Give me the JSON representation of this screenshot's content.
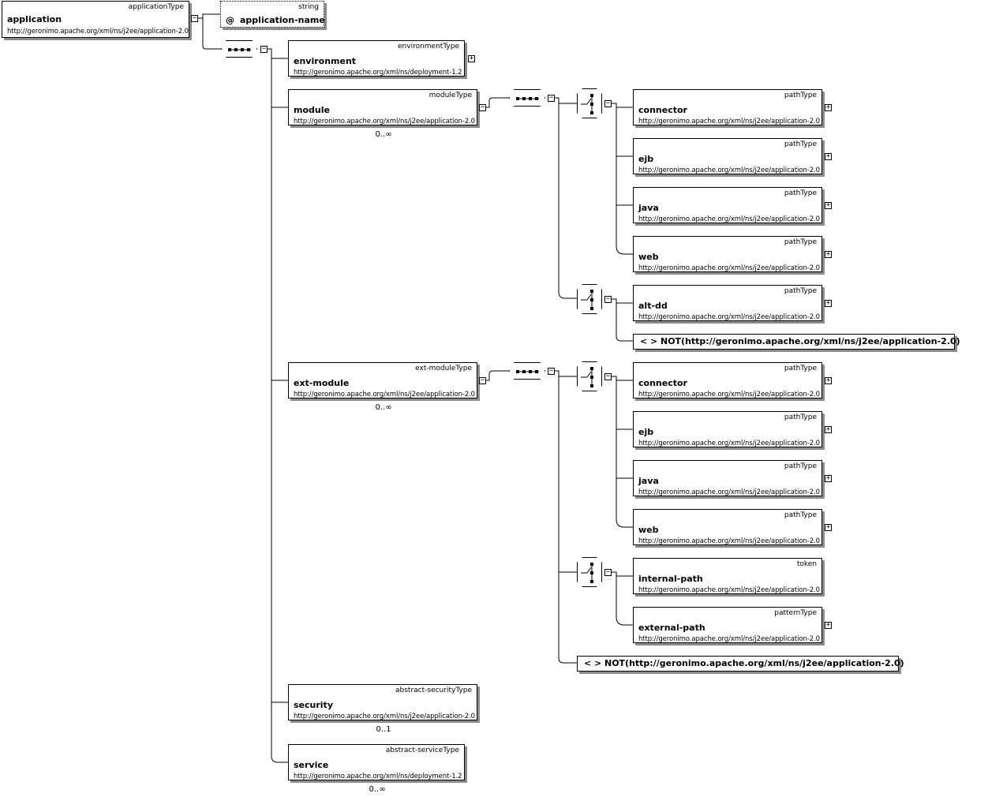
{
  "root": {
    "name": "application",
    "type": "applicationType",
    "namespace": "http://geronimo.apache.org/xml/ns/j2ee/application-2.0"
  },
  "attribute": {
    "marker": "@",
    "name": "application-name",
    "type": "string"
  },
  "elements": {
    "environment": {
      "name": "environment",
      "type": "environmentType",
      "namespace": "http://geronimo.apache.org/xml/ns/deployment-1.2"
    },
    "module": {
      "name": "module",
      "type": "moduleType",
      "namespace": "http://geronimo.apache.org/xml/ns/j2ee/application-2.0",
      "cardinality": "0..∞"
    },
    "ext_module": {
      "name": "ext-module",
      "type": "ext-moduleType",
      "namespace": "http://geronimo.apache.org/xml/ns/j2ee/application-2.0",
      "cardinality": "0..∞"
    },
    "security": {
      "name": "security",
      "type": "abstract-securityType",
      "namespace": "http://geronimo.apache.org/xml/ns/j2ee/application-2.0",
      "cardinality": "0..1"
    },
    "service": {
      "name": "service",
      "type": "abstract-serviceType",
      "namespace": "http://geronimo.apache.org/xml/ns/deployment-1.2",
      "cardinality": "0..∞"
    }
  },
  "module_children": [
    {
      "name": "connector",
      "type": "pathType",
      "namespace": "http://geronimo.apache.org/xml/ns/j2ee/application-2.0"
    },
    {
      "name": "ejb",
      "type": "pathType",
      "namespace": "http://geronimo.apache.org/xml/ns/j2ee/application-2.0"
    },
    {
      "name": "java",
      "type": "pathType",
      "namespace": "http://geronimo.apache.org/xml/ns/j2ee/application-2.0"
    },
    {
      "name": "web",
      "type": "pathType",
      "namespace": "http://geronimo.apache.org/xml/ns/j2ee/application-2.0"
    },
    {
      "name": "alt-dd",
      "type": "pathType",
      "namespace": "http://geronimo.apache.org/xml/ns/j2ee/application-2.0"
    }
  ],
  "ext_module_children": [
    {
      "name": "connector",
      "type": "pathType",
      "namespace": "http://geronimo.apache.org/xml/ns/j2ee/application-2.0"
    },
    {
      "name": "ejb",
      "type": "pathType",
      "namespace": "http://geronimo.apache.org/xml/ns/j2ee/application-2.0"
    },
    {
      "name": "java",
      "type": "pathType",
      "namespace": "http://geronimo.apache.org/xml/ns/j2ee/application-2.0"
    },
    {
      "name": "web",
      "type": "pathType",
      "namespace": "http://geronimo.apache.org/xml/ns/j2ee/application-2.0"
    },
    {
      "name": "internal-path",
      "type": "token",
      "namespace": "http://geronimo.apache.org/xml/ns/j2ee/application-2.0"
    },
    {
      "name": "external-path",
      "type": "patternType",
      "namespace": "http://geronimo.apache.org/xml/ns/j2ee/application-2.0"
    }
  ],
  "wildcards": {
    "module_any": "NOT(http://geronimo.apache.org/xml/ns/j2ee/application-2.0)",
    "ext_module_any": "NOT(http://geronimo.apache.org/xml/ns/j2ee/application-2.0)",
    "glyph": "< >"
  },
  "toggles": {
    "expanded": "−",
    "collapsed": "+"
  }
}
